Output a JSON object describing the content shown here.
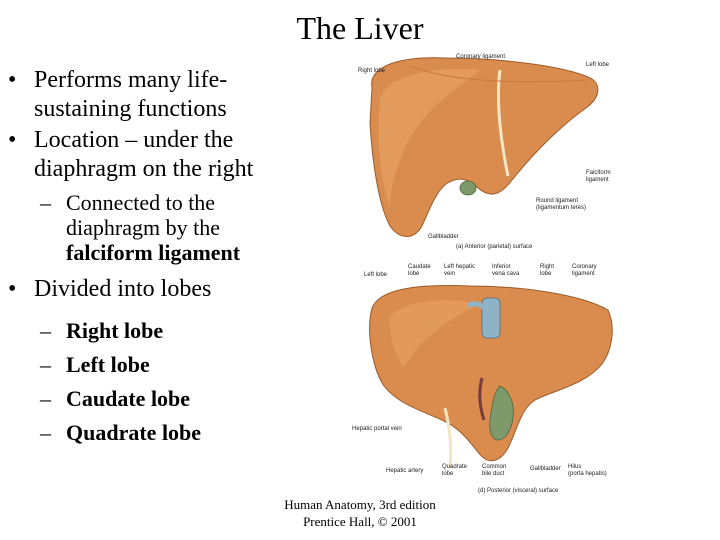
{
  "title": "The Liver",
  "bullets": [
    {
      "text": "Performs many life-sustaining functions"
    },
    {
      "text": "Location – under the diaphragm on the right"
    }
  ],
  "sub_bullet": {
    "prefix": "Connected to the diaphragm by the ",
    "emphasis": "falciform ligament"
  },
  "bullet3": "Divided into lobes",
  "lobes": [
    "Right lobe",
    "Left lobe",
    "Caudate lobe",
    "Quadrate lobe"
  ],
  "figure_labels": {
    "right_lobe_top": "Right lobe",
    "coronary_ligament_top": "Coronary ligament",
    "left_lobe_top": "Left lobe",
    "falciform": "Falciform\nligament",
    "round_ligament": "Round ligament\n(ligamentum teres)",
    "gallbladder_top": "Gallbladder",
    "caption_a": "(a) Anterior (parietal) surface",
    "left_lobe_b": "Left lobe",
    "caudate": "Caudate\nlobe",
    "lhv": "Left hepatic\nvein",
    "ivc": "Inferior\nvena cava",
    "right_lobe_b": "Right\nlobe",
    "coronary_b": "Coronary\nligament",
    "hpv": "Hepatic portal vein",
    "ha": "Hepatic artery",
    "quadrate": "Quadrate\nlobe",
    "cbd": "Common\nbile duct",
    "gallbladder_b": "Gallbladder",
    "hilus": "Hilus\n(porta hepatis)",
    "caption_b": "(d) Posterior (visceral) surface"
  },
  "caption": {
    "line1": "Human Anatomy, 3rd edition",
    "line2": "Prentice Hall, © 2001"
  },
  "colors": {
    "liver": "#D98C4E",
    "liver_dark": "#B8692F",
    "gallbladder": "#7F9A6A",
    "vein": "#8FB3C6"
  }
}
